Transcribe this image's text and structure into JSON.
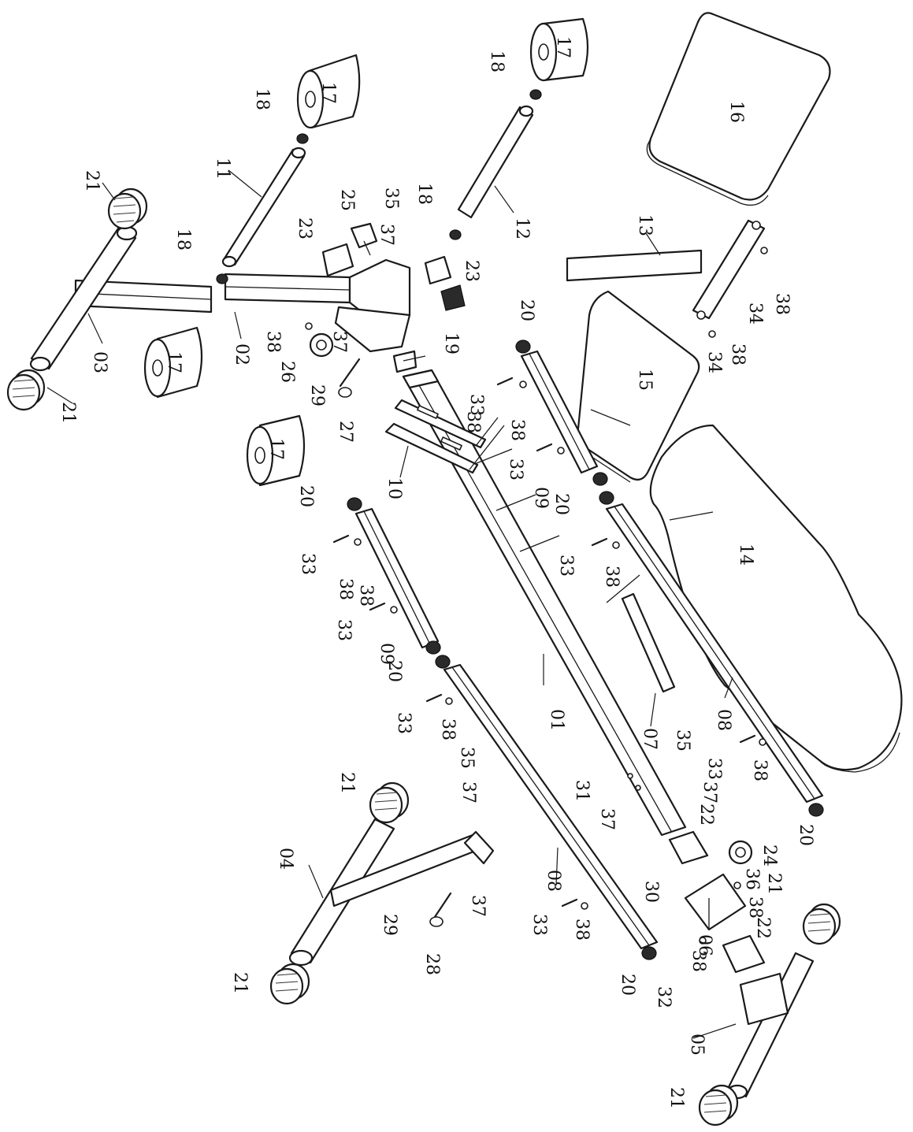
{
  "diagram": {
    "type": "exploded-parts-diagram",
    "colors": {
      "line": "#1a1a1a",
      "background": "#ffffff"
    },
    "labels": {
      "p01": "01",
      "p02": "02",
      "p03": "03",
      "p04": "04",
      "p05": "05",
      "p06": "06",
      "p07": "07",
      "p08a": "08",
      "p08b": "08",
      "p09a": "09",
      "p09b": "09",
      "p10": "10",
      "p11": "11",
      "p12": "12",
      "p13": "13",
      "p14": "14",
      "p15": "15",
      "p16": "16",
      "p17a": "17",
      "p17b": "17",
      "p17c": "17",
      "p17d": "17",
      "p18a": "18",
      "p18b": "18",
      "p18c": "18",
      "p18d": "18",
      "p19": "19",
      "p20a": "20",
      "p20b": "20",
      "p20c": "20",
      "p20d": "20",
      "p20e": "20",
      "p20f": "20",
      "p21a": "21",
      "p21b": "21",
      "p21c": "21",
      "p21d": "21",
      "p21e": "21",
      "p21f": "21",
      "p22a": "22",
      "p22b": "22",
      "p23a": "23",
      "p23b": "23",
      "p24": "24",
      "p25": "25",
      "p26": "26",
      "p27": "27",
      "p28": "28",
      "p29a": "29",
      "p29b": "29",
      "p30": "30",
      "p31": "31",
      "p32": "32",
      "p33a": "33",
      "p33b": "33",
      "p33c": "33",
      "p33d": "33",
      "p33e": "33",
      "p33f": "33",
      "p33g": "33",
      "p33h": "33",
      "p34a": "34",
      "p34b": "34",
      "p35a": "35",
      "p35b": "35",
      "p35c": "35",
      "p36": "36",
      "p37a": "37",
      "p37b": "37",
      "p37c": "37",
      "p37d": "37",
      "p37e": "37",
      "p37f": "37",
      "p38a": "38",
      "p38b": "38",
      "p38c": "38",
      "p38d": "38",
      "p38e": "38",
      "p38f": "38",
      "p38g": "38",
      "p38h": "38",
      "p38i": "38",
      "p38j": "38",
      "p38k": "38",
      "p38l": "38",
      "p38m": "38"
    }
  }
}
